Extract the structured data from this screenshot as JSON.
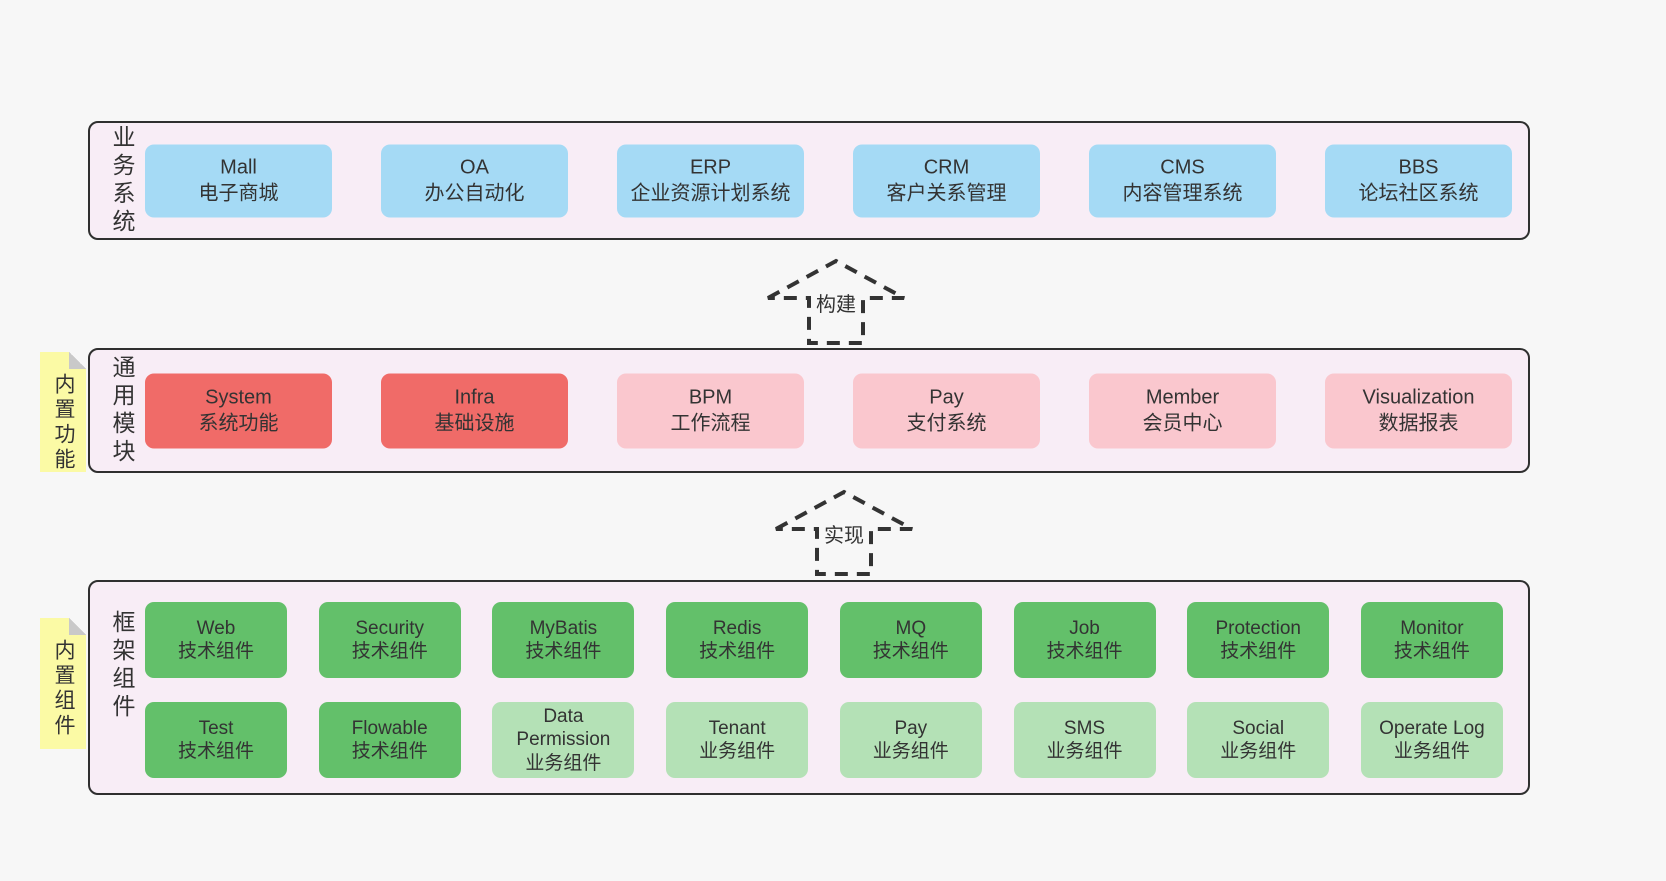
{
  "palette": {
    "page_background": "#f7f7f7",
    "panel_background": "#f8edf6",
    "panel_border": "#2f2f2f",
    "blue_box": "#a5daf5",
    "red_box": "#f06b68",
    "pink_box": "#fac7ce",
    "green_box": "#63c06a",
    "light_green_box": "#b4e1b6",
    "sticky_yellow": "#fbfaa5",
    "fold_gray": "#c9c9c9",
    "text": "#333333"
  },
  "arrows": {
    "build": "构建",
    "implement": "实现"
  },
  "sections": {
    "business": {
      "label": "业务系统",
      "boxes": [
        {
          "title": "Mall",
          "subtitle": "电子商城"
        },
        {
          "title": "OA",
          "subtitle": "办公自动化"
        },
        {
          "title": "ERP",
          "subtitle": "企业资源计划系统"
        },
        {
          "title": "CRM",
          "subtitle": "客户关系管理"
        },
        {
          "title": "CMS",
          "subtitle": "内容管理系统"
        },
        {
          "title": "BBS",
          "subtitle": "论坛社区系统"
        }
      ]
    },
    "modules": {
      "label": "通用模块",
      "tab": "内置功能",
      "boxes": [
        {
          "title": "System",
          "subtitle": "系统功能",
          "variant": "red"
        },
        {
          "title": "Infra",
          "subtitle": "基础设施",
          "variant": "red"
        },
        {
          "title": "BPM",
          "subtitle": "工作流程",
          "variant": "pink"
        },
        {
          "title": "Pay",
          "subtitle": "支付系统",
          "variant": "pink"
        },
        {
          "title": "Member",
          "subtitle": "会员中心",
          "variant": "pink"
        },
        {
          "title": "Visualization",
          "subtitle": "数据报表",
          "variant": "pink"
        }
      ]
    },
    "framework": {
      "label": "框架组件",
      "tab": "内置组件",
      "row1": [
        {
          "title": "Web",
          "subtitle": "技术组件",
          "variant": "green"
        },
        {
          "title": "Security",
          "subtitle": "技术组件",
          "variant": "green"
        },
        {
          "title": "MyBatis",
          "subtitle": "技术组件",
          "variant": "green"
        },
        {
          "title": "Redis",
          "subtitle": "技术组件",
          "variant": "green"
        },
        {
          "title": "MQ",
          "subtitle": "技术组件",
          "variant": "green"
        },
        {
          "title": "Job",
          "subtitle": "技术组件",
          "variant": "green"
        },
        {
          "title": "Protection",
          "subtitle": "技术组件",
          "variant": "green"
        },
        {
          "title": "Monitor",
          "subtitle": "技术组件",
          "variant": "green"
        }
      ],
      "row2": [
        {
          "title": "Test",
          "subtitle": "技术组件",
          "variant": "green"
        },
        {
          "title": "Flowable",
          "subtitle": "技术组件",
          "variant": "green"
        },
        {
          "title": "Data Permission",
          "subtitle": "业务组件",
          "variant": "green-light"
        },
        {
          "title": "Tenant",
          "subtitle": "业务组件",
          "variant": "green-light"
        },
        {
          "title": "Pay",
          "subtitle": "业务组件",
          "variant": "green-light"
        },
        {
          "title": "SMS",
          "subtitle": "业务组件",
          "variant": "green-light"
        },
        {
          "title": "Social",
          "subtitle": "业务组件",
          "variant": "green-light"
        },
        {
          "title": "Operate Log",
          "subtitle": "业务组件",
          "variant": "green-light"
        }
      ]
    }
  }
}
